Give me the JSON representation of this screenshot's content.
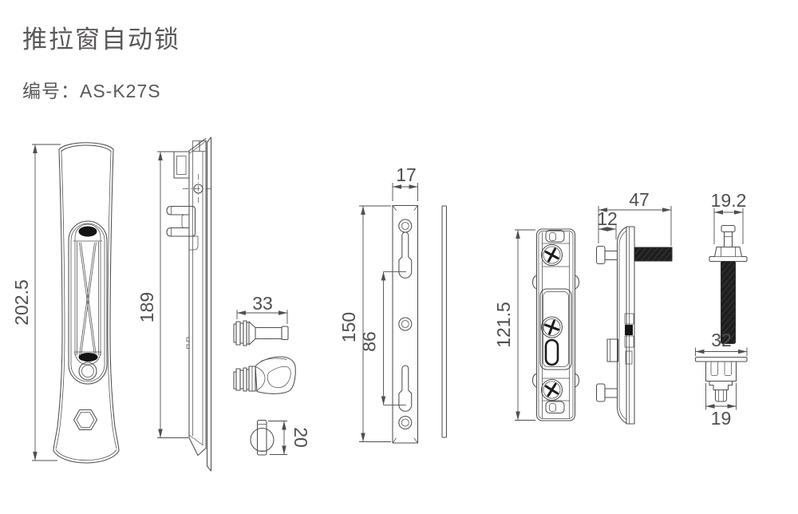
{
  "header": {
    "title": "推拉窗自动锁",
    "code": "编号：AS-K27S"
  },
  "colors": {
    "background": "#ffffff",
    "line": "#4d4d4d",
    "text": "#5b5858",
    "dark_fill": "#141414"
  },
  "dimensions": {
    "lock_front_height": "202.5",
    "lock_side_height": "189",
    "knob_length": "33",
    "pin_height": "20",
    "strike_plate_width": "17",
    "strike_plate_height": "150",
    "strike_plate_slot_spacing": "86",
    "keeper_height": "121.5",
    "keeper_depth": "47",
    "keeper_offset": "12",
    "bolt_head_width": "19.2",
    "end_cap_flange_width": "32",
    "end_cap_body_width": "19"
  }
}
